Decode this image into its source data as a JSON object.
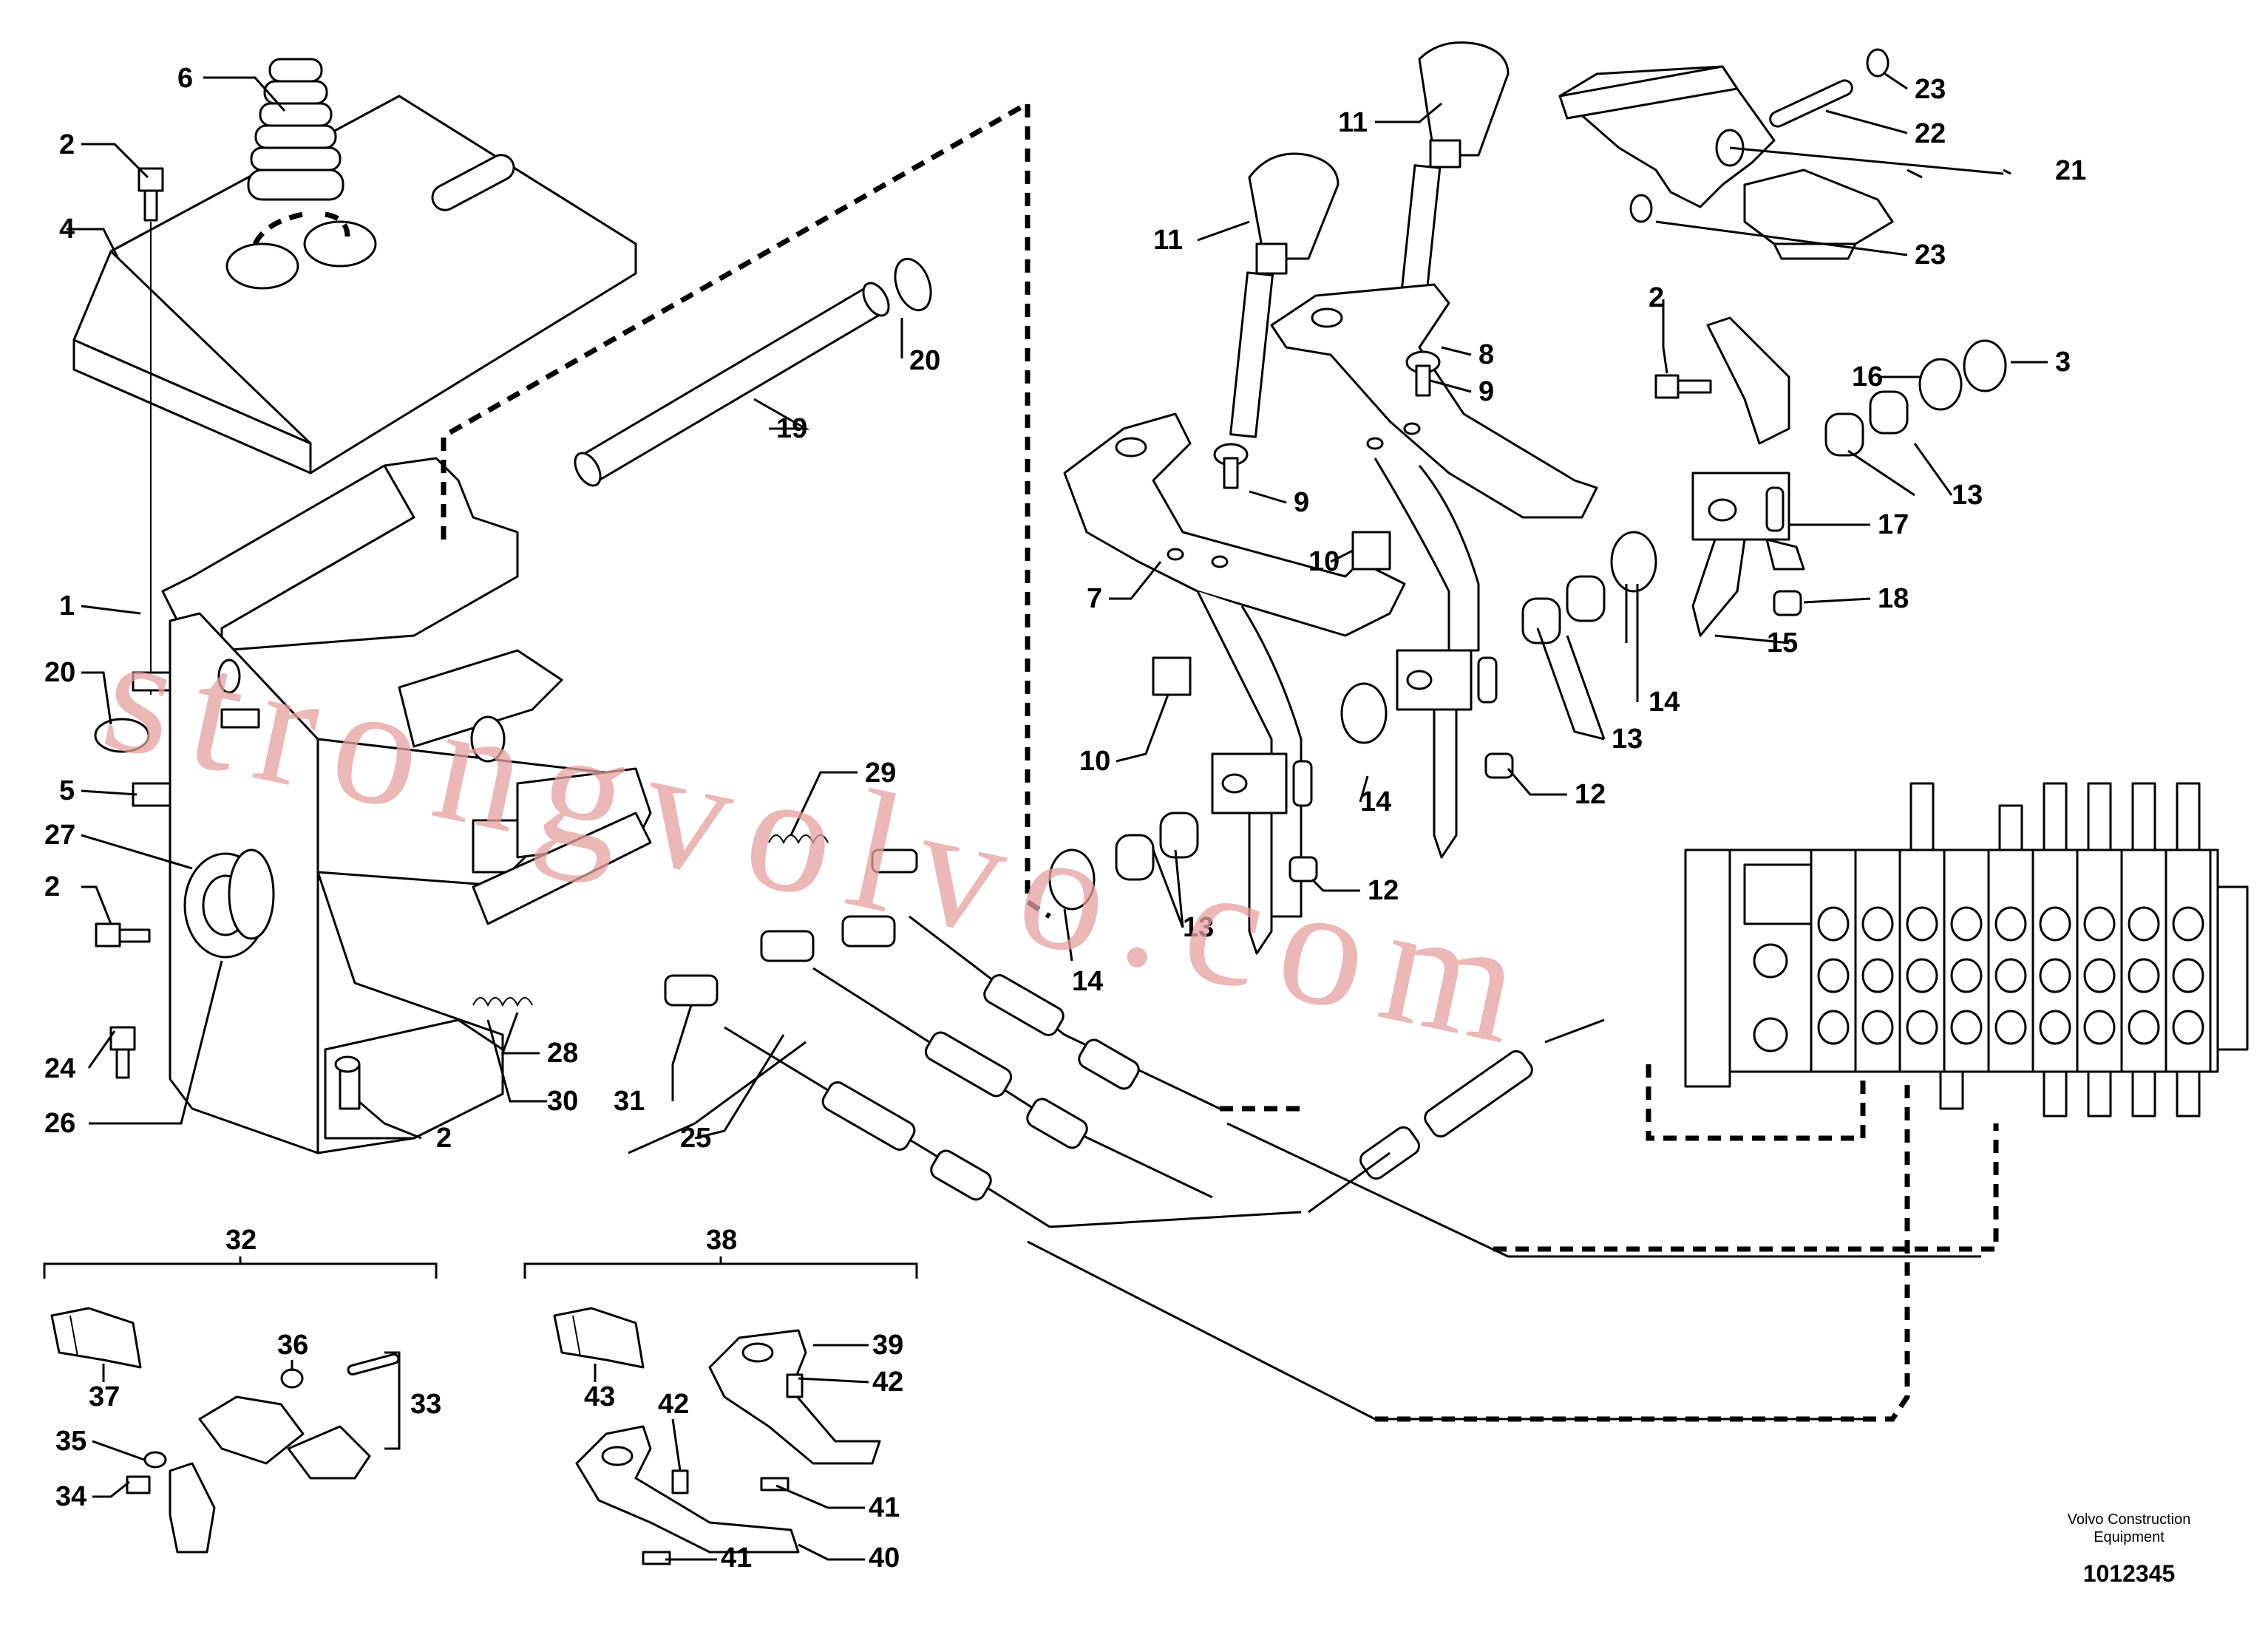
{
  "watermark": "strongvolvo.com",
  "footer": {
    "company_line1": "Volvo Construction",
    "company_line2": "Equipment",
    "drawing_number": "1012345"
  },
  "groups": {
    "g32": "32",
    "g38": "38"
  },
  "callouts": {
    "c1": "1",
    "c2a": "2",
    "c2b": "2",
    "c2c": "2",
    "c2d": "2",
    "c3": "3",
    "c4": "4",
    "c5": "5",
    "c6": "6",
    "c7": "7",
    "c8": "8",
    "c9a": "9",
    "c9b": "9",
    "c10a": "10",
    "c10b": "10",
    "c11a": "11",
    "c11b": "11",
    "c12a": "12",
    "c12b": "12",
    "c13a": "13",
    "c13b": "13",
    "c13c": "13",
    "c14a": "14",
    "c14b": "14",
    "c14c": "14",
    "c15": "15",
    "c16": "16",
    "c17": "17",
    "c18": "18",
    "c19": "19",
    "c20a": "20",
    "c20b": "20",
    "c21": "21",
    "c22": "22",
    "c23a": "23",
    "c23b": "23",
    "c24": "24",
    "c25": "25",
    "c26": "26",
    "c27": "27",
    "c28": "28",
    "c29": "29",
    "c30": "30",
    "c31": "31",
    "c33": "33",
    "c34": "34",
    "c35": "35",
    "c36": "36",
    "c37": "37",
    "c39": "39",
    "c40": "40",
    "c41a": "41",
    "c41b": "41",
    "c42a": "42",
    "c42b": "42",
    "c43": "43"
  }
}
